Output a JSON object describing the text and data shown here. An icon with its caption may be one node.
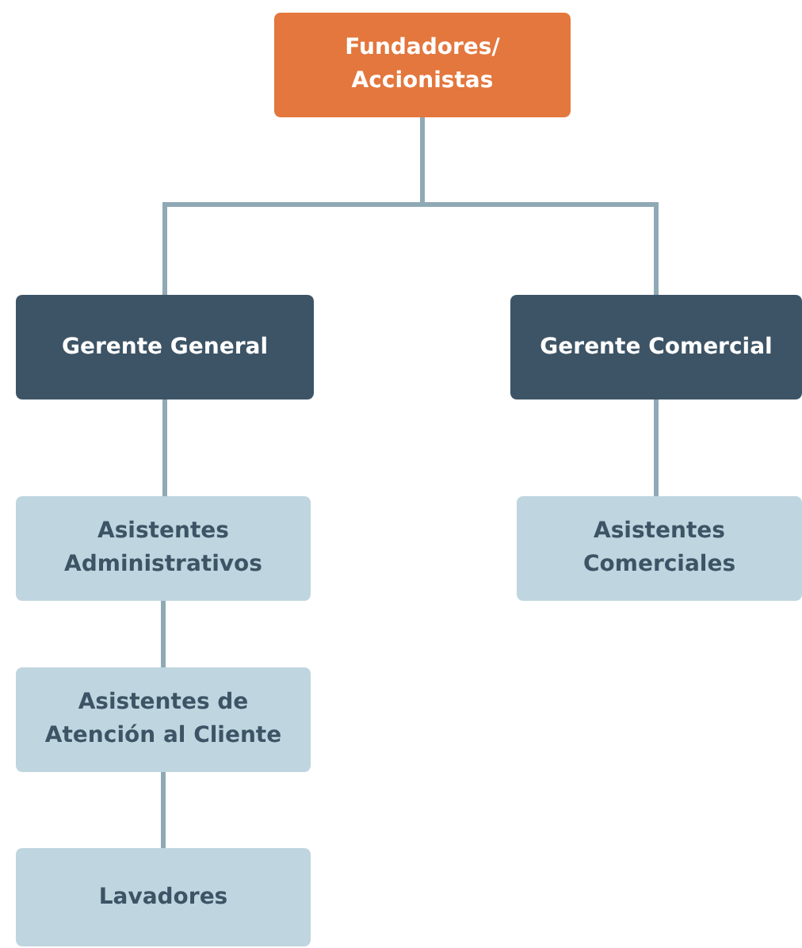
{
  "diagram": {
    "nodes": [
      {
        "text": [
          "Fundadores/ Accionistas"
        ]
      },
      {
        "text": [
          "Gerente General"
        ]
      },
      {
        "text": [
          "Gerente Comercial"
        ]
      },
      {
        "text": [
          "Asistentes Administrativos"
        ]
      },
      {
        "text": [
          "Asistentes Comerciales"
        ]
      },
      {
        "text": [
          "Asistentes de Atención al Cliente"
        ]
      },
      {
        "text": [
          "Lavadores"
        ]
      }
    ],
    "edges": [
      {
        "from": 0,
        "to": 1,
        "arrow": "none"
      },
      {
        "from": 0,
        "to": 2,
        "arrow": "none"
      },
      {
        "from": 1,
        "to": 3,
        "arrow": "none"
      },
      {
        "from": 2,
        "to": 4,
        "arrow": "none"
      },
      {
        "from": 3,
        "to": 5,
        "arrow": "none"
      },
      {
        "from": 5,
        "to": 6,
        "arrow": "none"
      }
    ]
  }
}
